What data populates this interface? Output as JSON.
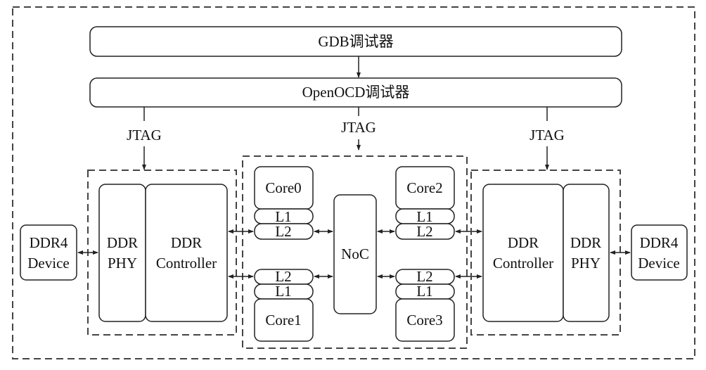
{
  "gdb": "GDB调试器",
  "openocd": "OpenOCD调试器",
  "jtag": [
    "JTAG",
    "JTAG",
    "JTAG"
  ],
  "left": {
    "device": [
      "DDR4",
      "Device"
    ],
    "phy": [
      "DDR",
      "PHY"
    ],
    "controller": [
      "DDR",
      "Controller"
    ]
  },
  "right": {
    "device": [
      "DDR4",
      "Device"
    ],
    "phy": [
      "DDR",
      "PHY"
    ],
    "controller": [
      "DDR",
      "Controller"
    ]
  },
  "cores": [
    "Core0",
    "Core1",
    "Core2",
    "Core3"
  ],
  "l1": "L1",
  "l2": "L2",
  "noc": "NoC"
}
